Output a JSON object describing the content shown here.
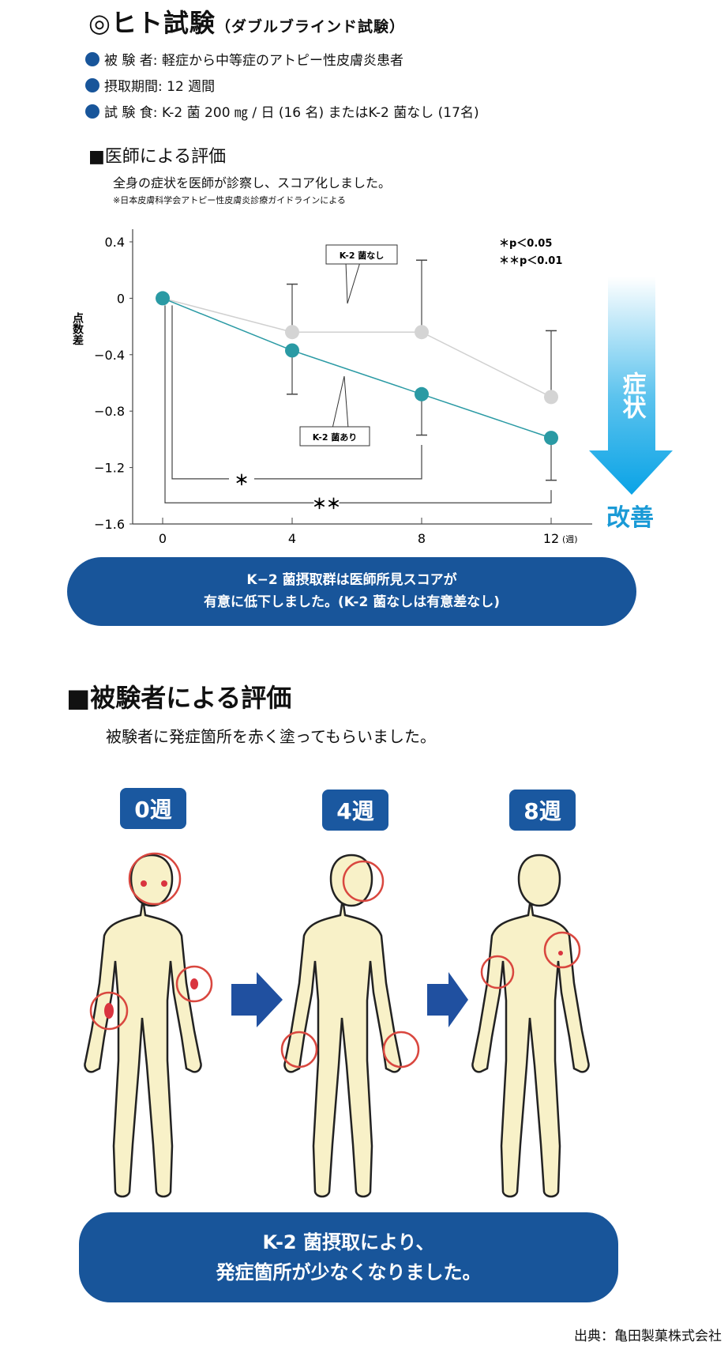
{
  "header": {
    "title": "◎ヒト試験",
    "title_note": "（ダブルブラインド試験）",
    "bullets": [
      "被 験 者: 軽症から中等症のアトピー性皮膚炎患者",
      "摂取期間: 12 週間",
      "試 験 食: K-2 菌 200 ㎎ / 日 (16 名) またはK-2 菌なし (17名)"
    ]
  },
  "doctor_section": {
    "heading": "■医師による評価",
    "description": "全身の症状を医師が診察し、スコア化しました。",
    "note": "※日本皮膚科学会アトピー性皮膚炎診療ガイドラインによる",
    "arrow_top": "症状",
    "arrow_bottom": "改善",
    "summary_line1": "K−2 菌摂取群は医師所見スコアが",
    "summary_line2": "有意に低下しました。(K-2 菌なしは有意差なし)"
  },
  "chart_data": {
    "type": "line",
    "ylabel": "点数差",
    "xlabel": "",
    "x_unit": "(週)",
    "x": [
      0,
      4,
      8,
      12
    ],
    "x_tick_labels": [
      "0",
      "4",
      "8",
      "12"
    ],
    "ylim": [
      -1.6,
      0.4
    ],
    "y_ticks": [
      0.4,
      0,
      -0.4,
      -0.8,
      -1.2,
      -1.6
    ],
    "y_tick_labels": [
      "0.4",
      "0",
      "−0.4",
      "−0.8",
      "−1.2",
      "−1.6"
    ],
    "grid": false,
    "series": [
      {
        "name": "K-2 菌なし",
        "color": "#d4d4d4",
        "values": [
          0,
          -0.24,
          -0.24,
          -0.7
        ],
        "error_upper": [
          null,
          0.1,
          0.27,
          -0.23
        ]
      },
      {
        "name": "K-2 菌あり",
        "color": "#2a9aa4",
        "values": [
          0,
          -0.37,
          -0.68,
          -0.99
        ],
        "error_lower": [
          null,
          -0.68,
          -0.97,
          -1.29
        ]
      }
    ],
    "significance": [
      {
        "from": 0,
        "to": 8,
        "label": "＊"
      },
      {
        "from": 0,
        "to": 12,
        "label": "＊＊"
      }
    ],
    "legend_notes": [
      "＊p＜0.05",
      "＊＊p＜0.01"
    ]
  },
  "subject_section": {
    "heading": "■被験者による評価",
    "description": "被験者に発症箇所を赤く塗ってもらいました。",
    "weeks": [
      "0週",
      "4週",
      "8週"
    ],
    "summary_line1": "K-2 菌摂取により、",
    "summary_line2": "発症箇所が少なくなりました。"
  },
  "source": "出典：亀田製菓株式会社",
  "colors": {
    "brand_blue": "#18559a",
    "teal": "#2a9aa4",
    "gray": "#d4d4d4",
    "arrow_blue": "#12a5e3",
    "circle_red": "#d9473f",
    "skin": "#f8f1c8"
  }
}
